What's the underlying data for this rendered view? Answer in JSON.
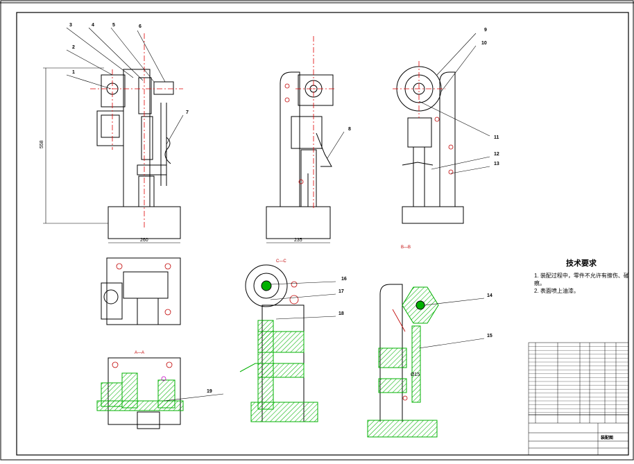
{
  "callouts": [
    "1",
    "2",
    "3",
    "4",
    "5",
    "6",
    "7",
    "8",
    "9",
    "10",
    "11",
    "12",
    "13",
    "14",
    "15",
    "16",
    "17",
    "18",
    "19"
  ],
  "dimensions": {
    "height_left": "558",
    "width_front": "260",
    "width_side": "235",
    "diameter": "Ø15"
  },
  "section_labels": {
    "aa": "A—A",
    "bb": "B—B",
    "cc": "C—C"
  },
  "tech_requirements": {
    "title": "技术要求",
    "items": [
      "1. 装配过程中，零件不允许有擦伤、碰痕。",
      "2. 表面喷上油漆。"
    ]
  },
  "title_block": {
    "drawing_title": "装配图"
  },
  "colors": {
    "line": "#000000",
    "center_line": "#e00000",
    "hatch": "#00b000",
    "accent": "#c000c0"
  }
}
